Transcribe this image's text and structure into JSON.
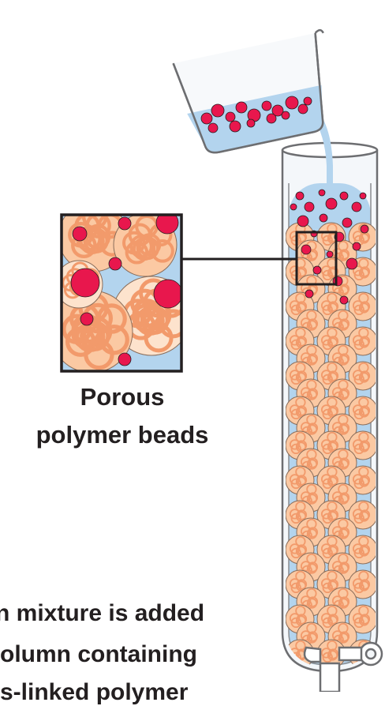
{
  "inset_label": {
    "line1": "Porous",
    "line2": "polymer beads"
  },
  "caption": {
    "line1": "n mixture is added",
    "line2": "olumn containing",
    "line3": "s-linked polymer"
  },
  "colors": {
    "protein_red": "#e8174d",
    "bead_fill": "#fbc9a3",
    "bead_light": "#fde3cd",
    "bead_lines": "#f29a6b",
    "buffer_blue": "#b3d4ee",
    "glass_stroke": "#6d6e71",
    "outline": "#231f20"
  },
  "icons": [
    "beaker-icon",
    "column-icon",
    "stopcock-icon",
    "magnifier-box-icon"
  ]
}
